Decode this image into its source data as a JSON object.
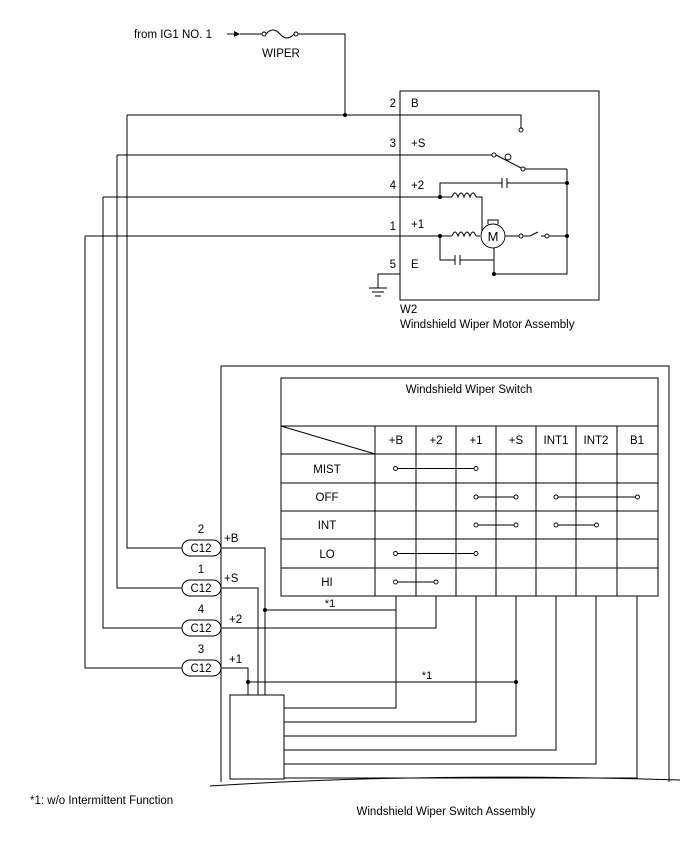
{
  "source": {
    "from_label": "from IG1 NO. 1",
    "fuse_label": "WIPER"
  },
  "motor_assembly": {
    "connector": "W2",
    "name": "Windshield Wiper Motor Assembly",
    "motor_symbol": "M",
    "pins": [
      {
        "number": "2",
        "name": "B"
      },
      {
        "number": "3",
        "name": "+S"
      },
      {
        "number": "4",
        "name": "+2"
      },
      {
        "number": "1",
        "name": "+1"
      },
      {
        "number": "5",
        "name": "E"
      }
    ]
  },
  "switch_assembly": {
    "name": "Windshield Wiper Switch Assembly",
    "table_title": "Windshield Wiper Switch",
    "columns": [
      "+B",
      "+2",
      "+1",
      "+S",
      "INT1",
      "INT2",
      "B1"
    ],
    "rows": [
      "MIST",
      "OFF",
      "INT",
      "LO",
      "HI"
    ],
    "continuity": [
      {
        "row": "MIST",
        "from": "+B",
        "to": "+1"
      },
      {
        "row": "OFF",
        "from": "+1",
        "to": "+S"
      },
      {
        "row": "OFF",
        "from": "INT1",
        "to": "B1"
      },
      {
        "row": "INT",
        "from": "+1",
        "to": "+S"
      },
      {
        "row": "INT",
        "from": "INT1",
        "to": "INT2"
      },
      {
        "row": "LO",
        "from": "+B",
        "to": "+1"
      },
      {
        "row": "HI",
        "from": "+B",
        "to": "+2"
      }
    ],
    "connectors": [
      {
        "pin": "2",
        "connector": "C12",
        "signal": "+B"
      },
      {
        "pin": "1",
        "connector": "C12",
        "signal": "+S"
      },
      {
        "pin": "4",
        "connector": "C12",
        "signal": "+2"
      },
      {
        "pin": "3",
        "connector": "C12",
        "signal": "+1"
      }
    ],
    "note_marks": [
      "*1",
      "*1"
    ]
  },
  "footnote": "*1: w/o Intermittent Function"
}
